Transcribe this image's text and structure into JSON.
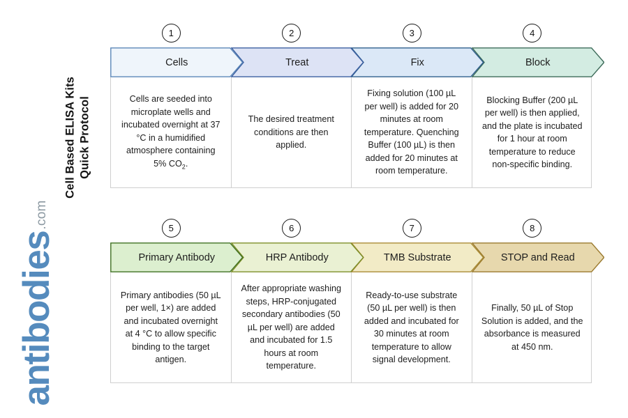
{
  "sidebar": {
    "title": "Cell Based ELISA Kits\nQuick Protocol",
    "logo_main": "antibodies",
    "logo_suffix": ".com"
  },
  "colors": {
    "step1_fill": "#eff5fb",
    "step1_stroke": "#5b86b8",
    "step2_fill": "#dde3f5",
    "step2_stroke": "#3b5fa0",
    "step3_fill": "#dbe8f7",
    "step3_stroke": "#2f5f8c",
    "step4_fill": "#d3ece2",
    "step4_stroke": "#3d6b59",
    "step5_fill": "#dcefcf",
    "step5_stroke": "#3f7022",
    "step6_fill": "#eaf1d3",
    "step6_stroke": "#7d8f28",
    "step7_fill": "#f2ebc6",
    "step7_stroke": "#a98b35",
    "step8_fill": "#e7d8ad",
    "step8_stroke": "#9b7a2e",
    "box_border": "#cfcfcf",
    "circle_border": "#1a1a1a",
    "logo_blue": "#558bbd",
    "logo_gray": "#8d9aa3"
  },
  "rows": [
    {
      "steps": [
        {
          "number": "1",
          "label": "Cells",
          "text": "Cells are seeded into microplate wells and incubated overnight at 37 °C in a humidified atmosphere containing 5% CO₂.",
          "fill": "#eff5fb",
          "stroke": "#5b86b8"
        },
        {
          "number": "2",
          "label": "Treat",
          "text": "The desired treatment conditions are then applied.",
          "fill": "#dde3f5",
          "stroke": "#3b5fa0"
        },
        {
          "number": "3",
          "label": "Fix",
          "text": "Fixing solution (100 µL per well) is added for 20 minutes at room temperature. Quenching Buffer (100 µL) is then added for 20 minutes at room temperature.",
          "fill": "#dbe8f7",
          "stroke": "#2f5f8c"
        },
        {
          "number": "4",
          "label": "Block",
          "text": "Blocking Buffer (200 µL per well) is then applied, and the plate is incubated for 1 hour at room temperature to reduce non-specific binding.",
          "fill": "#d3ece2",
          "stroke": "#3d6b59"
        }
      ]
    },
    {
      "steps": [
        {
          "number": "5",
          "label": "Primary Antibody",
          "text": "Primary antibodies (50 µL per well, 1×) are added and incubated overnight at 4 °C to allow specific binding to the target antigen.",
          "fill": "#dcefcf",
          "stroke": "#3f7022"
        },
        {
          "number": "6",
          "label": "HRP Antibody",
          "text": "After appropriate washing steps, HRP-conjugated secondary antibodies (50 µL per well) are added and incubated for 1.5 hours at room temperature.",
          "fill": "#eaf1d3",
          "stroke": "#7d8f28"
        },
        {
          "number": "7",
          "label": "TMB Substrate",
          "text": "Ready-to-use substrate (50 µL per well) is then added and incubated for 30 minutes at room temperature to allow signal development.",
          "fill": "#f2ebc6",
          "stroke": "#a98b35"
        },
        {
          "number": "8",
          "label": "STOP and Read",
          "text": "Finally, 50 µL of Stop Solution is added, and the absorbance is measured at 450 nm.",
          "fill": "#e7d8ad",
          "stroke": "#9b7a2e"
        }
      ]
    }
  ]
}
